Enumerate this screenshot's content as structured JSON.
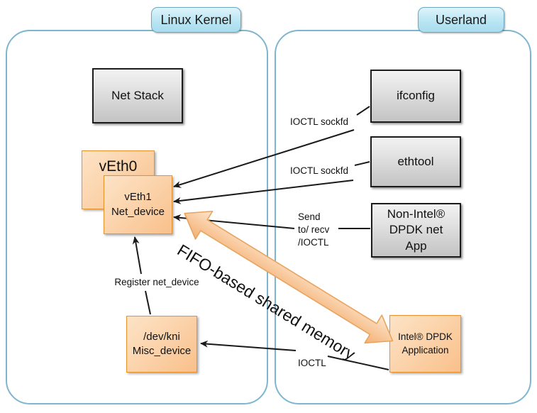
{
  "diagram": {
    "title": "Linux KNI (Kernel NIC Interface) architecture",
    "colors": {
      "region_border": "#7fb6cd",
      "pill_fill": "#bfe8f4",
      "grey_box": "#dcdcdc",
      "orange_box": "#fbd3ab",
      "orange_accent": "#e8922e",
      "arrow": "#1a1a1a"
    },
    "regions": [
      {
        "id": "kernel",
        "label": "Linux Kernel"
      },
      {
        "id": "userland",
        "label": "Userland"
      }
    ],
    "kernel_boxes": [
      {
        "id": "net-stack",
        "lines": [
          "Net Stack"
        ]
      },
      {
        "id": "veth0",
        "lines": [
          "vEth0"
        ]
      },
      {
        "id": "veth1",
        "lines": [
          "vEth1",
          "Net_device"
        ]
      },
      {
        "id": "dev-kni",
        "lines": [
          "/dev/kni",
          "Misc_device"
        ]
      }
    ],
    "userland_boxes": [
      {
        "id": "ifconfig",
        "lines": [
          "ifconfig"
        ]
      },
      {
        "id": "ethtool",
        "lines": [
          "ethtool"
        ]
      },
      {
        "id": "non-intel-dpdk",
        "lines": [
          "Non-Intel®",
          "DPDK net",
          "App"
        ]
      },
      {
        "id": "intel-dpdk-app",
        "lines": [
          "Intel® DPDK",
          "Application"
        ]
      }
    ],
    "edge_labels": [
      {
        "id": "ioctl-sockfd-1",
        "text": "IOCTL sockfd"
      },
      {
        "id": "ioctl-sockfd-2",
        "text": "IOCTL sockfd"
      },
      {
        "id": "send-recv-ioctl",
        "text": "Send\nto/ recv\n/IOCTL"
      },
      {
        "id": "register-net-device",
        "text": "Register net_device"
      },
      {
        "id": "ioctl-bottom",
        "text": "IOCTL"
      }
    ],
    "fifo_arrow": {
      "id": "fifo-shared-memory",
      "text": "FIFO-based shared memory"
    }
  }
}
